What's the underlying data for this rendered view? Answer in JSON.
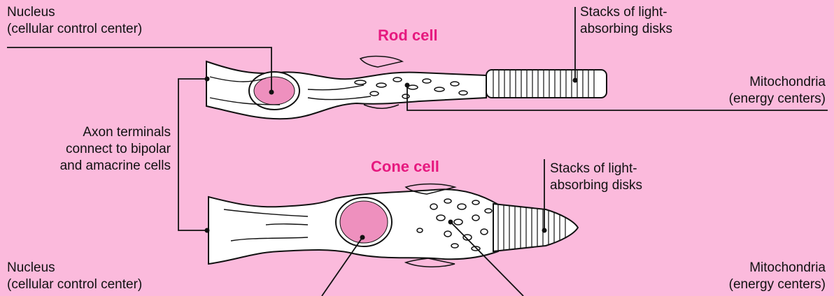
{
  "colors": {
    "background": "#fbbadc",
    "accent": "#e6197f",
    "nucleus": "#ee90be",
    "cell_fill": "#ffffff",
    "stroke": "#111111"
  },
  "titles": {
    "rod": "Rod cell",
    "cone": "Cone cell"
  },
  "labels": {
    "nucleus_top": [
      "Nucleus",
      "(cellular control center)"
    ],
    "disks_top": [
      "Stacks of light-",
      "absorbing disks"
    ],
    "mito_top": [
      "Mitochondria",
      "(energy centers)"
    ],
    "axon": [
      "Axon terminals",
      "connect to bipolar",
      "and amacrine cells"
    ],
    "disks_bottom": [
      "Stacks of light-",
      "absorbing disks"
    ],
    "nucleus_bottom": [
      "Nucleus",
      "(cellular control center)"
    ],
    "mito_bottom": [
      "Mitochondria",
      "(energy centers)"
    ]
  }
}
